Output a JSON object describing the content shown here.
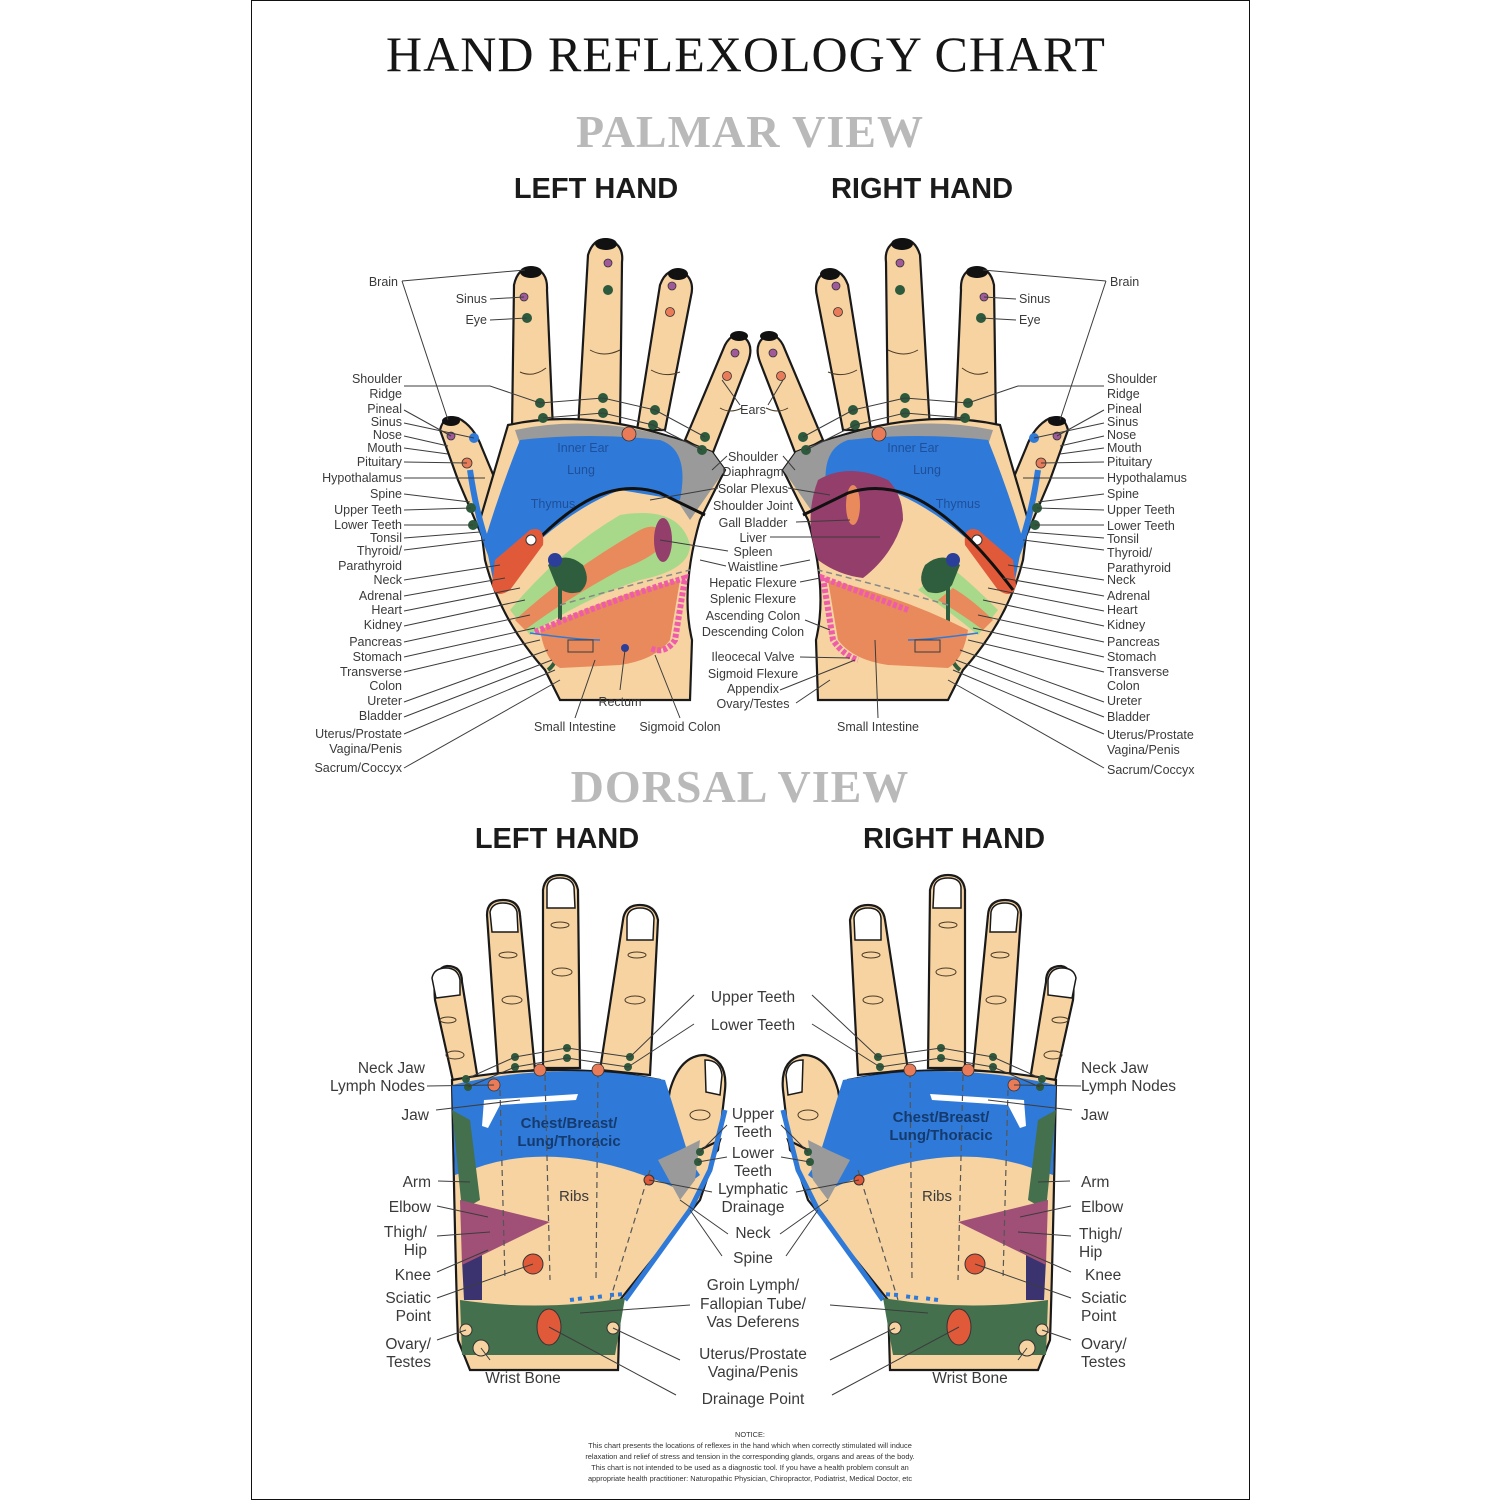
{
  "title": "HAND REFLEXOLOGY CHART",
  "colors": {
    "skin": "#f6d3a1",
    "lung_blue": "#2f7ad8",
    "diaphragm_gray": "#9a9a9a",
    "liver_magenta": "#943e6b",
    "kidney_orange": "#e05a3a",
    "intestine_orange": "#e88a5c",
    "colon_pink": "#ef5da8",
    "pancreas_green": "#a8d98a",
    "adrenal_darkgreen": "#2f5e3e",
    "dorsal_green": "#44704e",
    "hip_mauve": "#a05076",
    "point_purple": "#a05a9a",
    "point_green": "#2d5a3c",
    "point_orange": "#ea7b58"
  },
  "palmar": {
    "heading": "PALMAR VIEW",
    "left_hand": {
      "heading": "LEFT HAND",
      "labels_outer": [
        "Brain",
        "Shoulder",
        "Ridge",
        "Pineal",
        "Sinus",
        "Nose",
        "Mouth",
        "Pituitary",
        "Hypothalamus",
        "Spine",
        "Upper Teeth",
        "Lower Teeth",
        "Tonsil",
        "Thyroid/",
        "Parathyroid",
        "Neck",
        "Adrenal",
        "Heart",
        "Kidney",
        "Pancreas",
        "Stomach",
        "Transverse",
        "Colon",
        "Ureter",
        "Bladder",
        "Uterus/Prostate",
        "Vagina/Penis",
        "Sacrum/Coccyx"
      ],
      "labels_finger": [
        "Sinus",
        "Eye"
      ],
      "labels_inner": [
        "Inner Ear",
        "Lung",
        "Thymus"
      ],
      "labels_bottom": [
        "Rectum",
        "Small Intestine",
        "Sigmoid Colon"
      ]
    },
    "center_labels": [
      "Ears",
      "Shoulder",
      "Diaphragm",
      "Solar Plexus",
      "Shoulder Joint",
      "Gall Bladder",
      "Liver",
      "Spleen",
      "Waistline",
      "Hepatic Flexure",
      "Splenic Flexure",
      "Ascending Colon",
      "Descending Colon",
      "Ileocecal Valve",
      "Sigmoid Flexure",
      "Appendix",
      "Ovary/Testes"
    ],
    "right_hand": {
      "heading": "RIGHT HAND",
      "labels_outer": [
        "Brain",
        "Shoulder",
        "Ridge",
        "Pineal",
        "Sinus",
        "Nose",
        "Mouth",
        "Pituitary",
        "Hypothalamus",
        "Spine",
        "Upper Teeth",
        "Lower Teeth",
        "Tonsil",
        "Thyroid/",
        "Parathyroid",
        "Neck",
        "Adrenal",
        "Heart",
        "Kidney",
        "Pancreas",
        "Stomach",
        "Transverse",
        "Colon",
        "Ureter",
        "Bladder",
        "Uterus/Prostate",
        "Vagina/Penis",
        "Sacrum/Coccyx"
      ],
      "labels_finger": [
        "Sinus",
        "Eye"
      ],
      "labels_inner": [
        "Inner Ear",
        "Lung",
        "Thymus"
      ],
      "labels_bottom": [
        "Small Intestine"
      ]
    }
  },
  "dorsal": {
    "heading": "DORSAL VIEW",
    "left_hand": {
      "heading": "LEFT HAND",
      "labels_outer": [
        "Neck Jaw",
        "Lymph Nodes",
        "Jaw",
        "Arm",
        "Elbow",
        "Thigh/",
        "Hip",
        "Knee",
        "Sciatic",
        "Point",
        "Ovary/",
        "Testes"
      ],
      "zone_label": [
        "Chest/Breast/",
        "Lung/Thoracic"
      ],
      "ribs": "Ribs",
      "wrist": "Wrist Bone"
    },
    "center_labels": [
      "Upper Teeth",
      "Lower Teeth",
      "Upper",
      "Teeth",
      "Lower",
      "Teeth",
      "Lymphatic",
      "Drainage",
      "Neck",
      "Spine",
      "Groin Lymph/",
      "Fallopian Tube/",
      "Vas Deferens",
      "Uterus/Prostate",
      "Vagina/Penis",
      "Drainage Point"
    ],
    "right_hand": {
      "heading": "RIGHT HAND",
      "labels_outer": [
        "Neck Jaw",
        "Lymph Nodes",
        "Jaw",
        "Arm",
        "Elbow",
        "Thigh/",
        "Hip",
        "Knee",
        "Sciatic",
        "Point",
        "Ovary/",
        "Testes"
      ],
      "zone_label": [
        "Chest/Breast/",
        "Lung/Thoracic"
      ],
      "ribs": "Ribs",
      "wrist": "Wrist Bone"
    }
  },
  "notice": {
    "heading": "NOTICE:",
    "lines": [
      "This chart presents the locations of reflexes in the hand which when correctly stimulated will induce",
      "relaxation and relief of stress and tension in the corresponding glands, organs and areas of the body.",
      "This chart is not intended to be used as a diagnostic tool. If you have a health problem consult an",
      "appropriate health practitioner: Naturopathic Physician, Chiropractor, Podiatrist, Medical Doctor, etc"
    ]
  }
}
